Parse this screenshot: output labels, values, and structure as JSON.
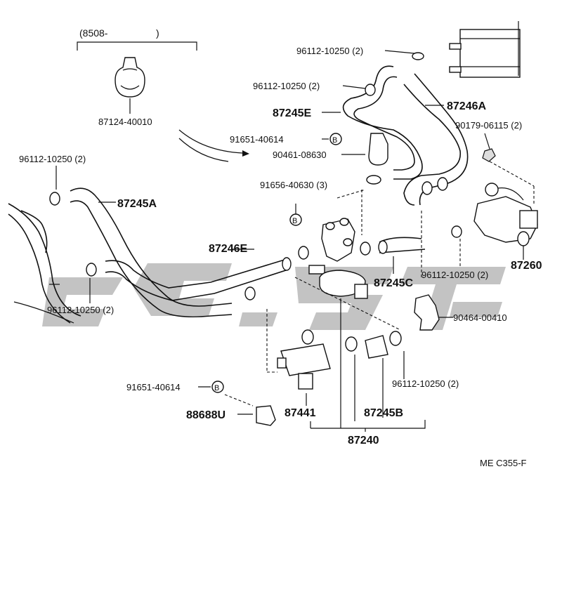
{
  "labels": {
    "p8508": "(8508-",
    "p8508_close": ")",
    "p87124": "87124-40010",
    "p96112_top1": "96112-10250 (2)",
    "p96112_top2": "96112-10250 (2)",
    "p87245E": "87245E",
    "p87246A": "87246A",
    "p90179": "90179-06115 (2)",
    "p91651_top": "91651-40614",
    "p90461": "90461-08630",
    "p96112_left": "96112-10250 (2)",
    "p87245A": "87245A",
    "p91656": "91656-40630 (3)",
    "p87246E": "87246E",
    "p87245C": "87245C",
    "p96112_right": "96112-10250 (2)",
    "p87260": "87260",
    "p96112_lowleft": "96112-10250 (2)",
    "p90464": "90464-00410",
    "p91651_bottom": "91651-40614",
    "p96112_lowright": "96112-10250 (2)",
    "p88688U": "88688U",
    "p87441": "87441",
    "p87245B": "87245B",
    "p87240": "87240",
    "ref": "ME C355-F",
    "b_mark": "B"
  },
  "watermark": {
    "color": "#b8b8b8"
  }
}
